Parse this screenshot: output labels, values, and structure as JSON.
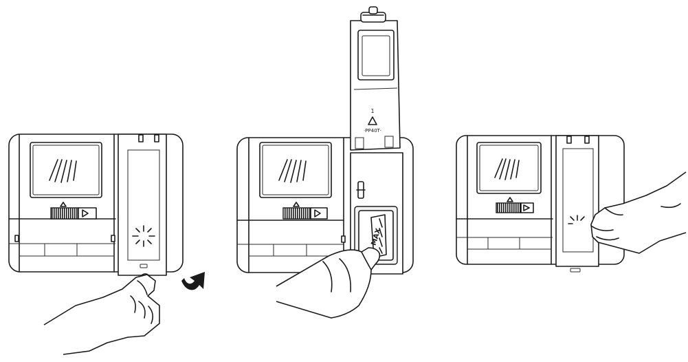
{
  "labels": {
    "max": "MAX",
    "recycle_number": "1",
    "material": "·PP40T·"
  }
}
